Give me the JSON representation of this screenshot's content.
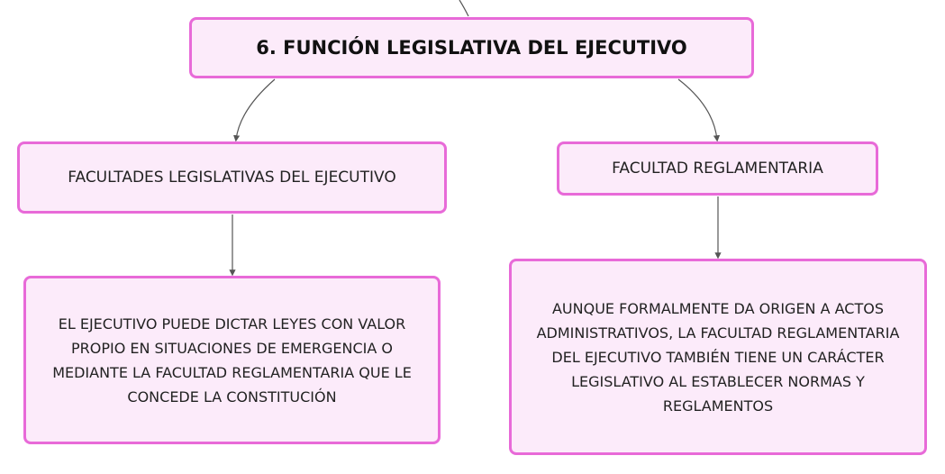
{
  "diagram": {
    "main": {
      "label": "6. FUNCIÓN LEGISLATIVA DEL EJECUTIVO"
    },
    "branches": [
      {
        "label": "FACULTADES LEGISLATIVAS DEL EJECUTIVO",
        "detail": "EL EJECUTIVO PUEDE DICTAR LEYES CON VALOR PROPIO EN SITUACIONES DE EMERGENCIA O MEDIANTE LA FACULTAD REGLAMENTARIA QUE LE CONCEDE LA CONSTITUCIÓN"
      },
      {
        "label": "FACULTAD REGLAMENTARIA",
        "detail": "AUNQUE FORMALMENTE DA ORIGEN A ACTOS ADMINISTRATIVOS, LA FACULTAD REGLAMENTARIA DEL EJECUTIVO TAMBIÉN TIENE UN CARÁCTER LEGISLATIVO AL ESTABLECER NORMAS Y REGLAMENTOS"
      }
    ],
    "colors": {
      "node_fill": "#fcebfa",
      "node_border": "#e86ad8",
      "connector": "#555555"
    }
  }
}
